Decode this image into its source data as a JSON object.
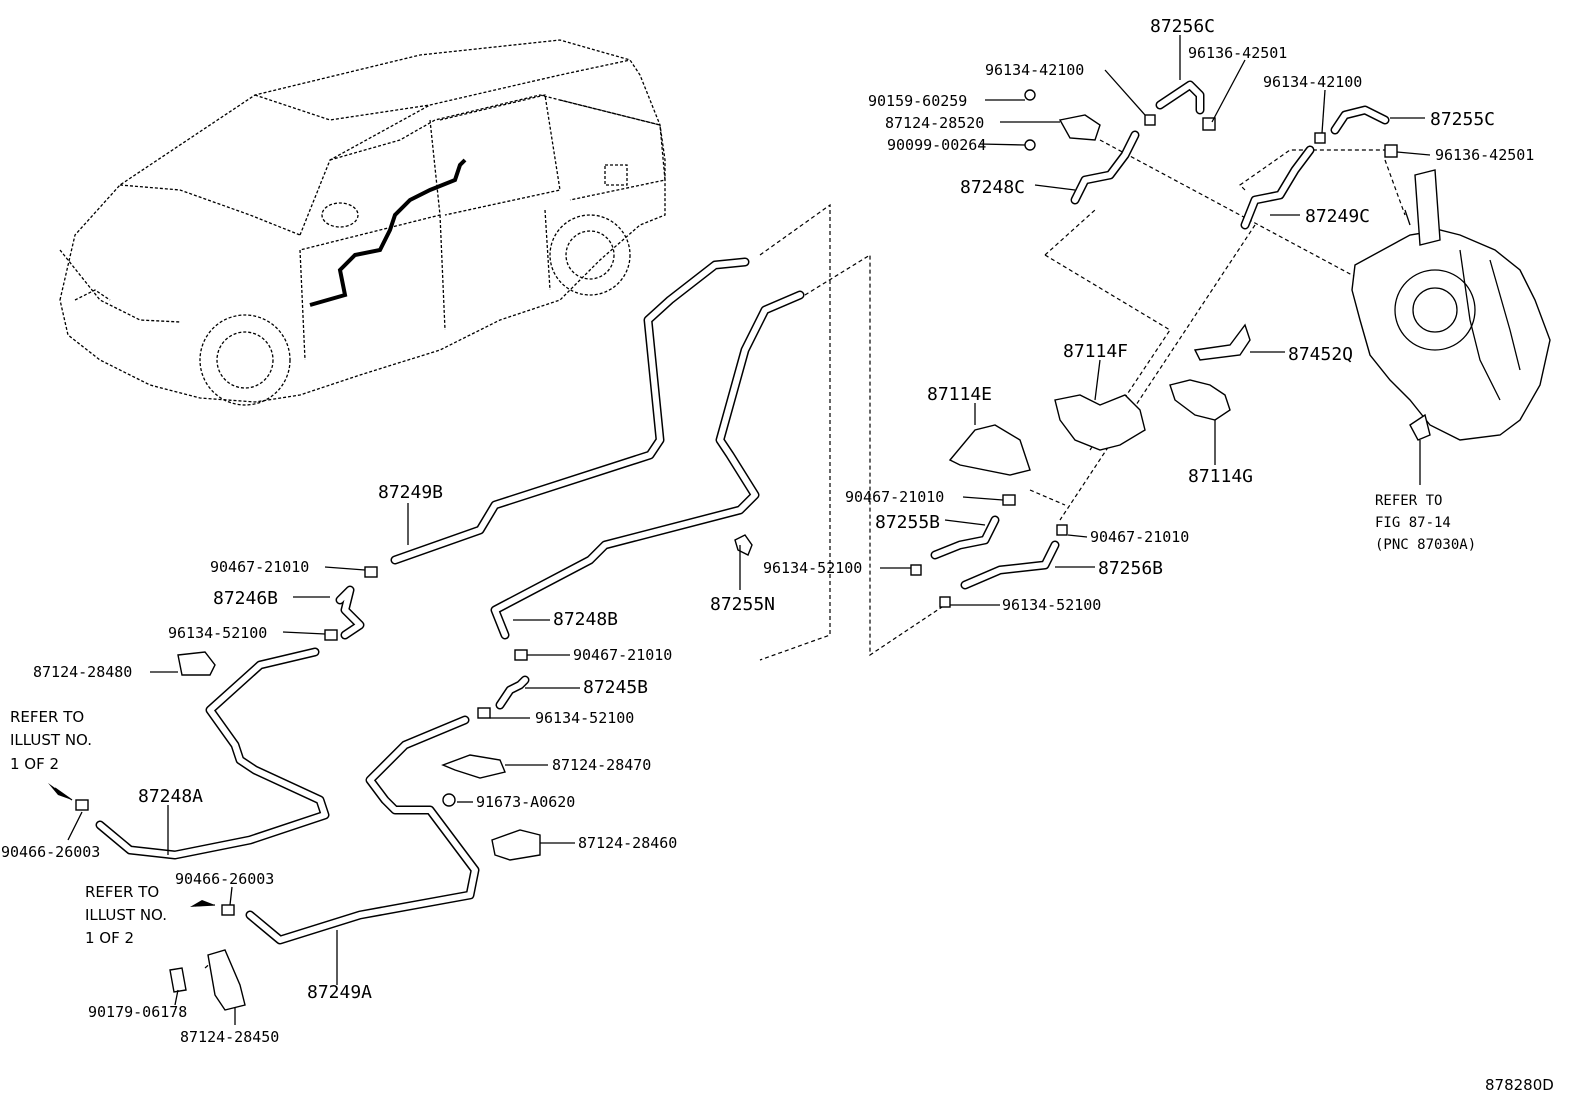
{
  "diagram_code": "878280D",
  "refer_notes": {
    "illust_left_top": [
      "REFER TO",
      "ILLUST NO.",
      "1 OF 2"
    ],
    "illust_left_bottom": [
      "REFER TO",
      "ILLUST NO.",
      "1 OF 2"
    ],
    "fig": [
      "REFER TO",
      "FIG 87-14",
      "(PNC 87030A)"
    ]
  },
  "labels": {
    "p87256C": "87256C",
    "p96134_42100_a": "96134-42100",
    "p96136_42501_a": "96136-42501",
    "p96134_42100_b": "96134-42100",
    "p90159_60259": "90159-60259",
    "p87124_28520": "87124-28520",
    "p87255C": "87255C",
    "p90099_00264": "90099-00264",
    "p96136_42501_b": "96136-42501",
    "p87248C": "87248C",
    "p87249C": "87249C",
    "p87114F": "87114F",
    "p87452Q": "87452Q",
    "p87114E": "87114E",
    "p87114G": "87114G",
    "p90467_21010_a": "90467-21010",
    "p87255B": "87255B",
    "p90467_21010_b": "90467-21010",
    "p96134_52100_a": "96134-52100",
    "p87256B": "87256B",
    "p96134_52100_b": "96134-52100",
    "p87249B": "87249B",
    "p90467_21010_c": "90467-21010",
    "p87246B": "87246B",
    "p96134_52100_c": "96134-52100",
    "p87124_28480": "87124-28480",
    "p87248B": "87248B",
    "p87255N": "87255N",
    "p90467_21010_d": "90467-21010",
    "p87245B": "87245B",
    "p96134_52100_d": "96134-52100",
    "p87124_28470": "87124-28470",
    "p91673_A0620": "91673-A0620",
    "p87248A": "87248A",
    "p90466_26003_a": "90466-26003",
    "p87124_28460": "87124-28460",
    "p90466_26003_b": "90466-26003",
    "p87249A": "87249A",
    "p90179_06178": "90179-06178",
    "p87124_28450": "87124-28450"
  }
}
